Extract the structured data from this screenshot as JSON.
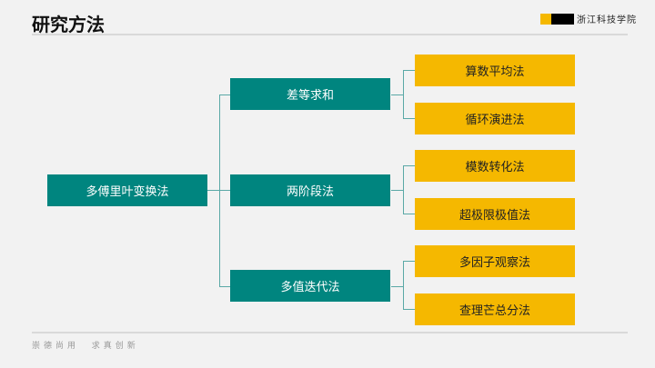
{
  "header": {
    "title": "研究方法",
    "logo_text": "浙江科技学院"
  },
  "footer": {
    "motto": "崇德尚用  求真创新"
  },
  "diagram": {
    "root": "多傅里叶变换法",
    "branches": [
      {
        "label": "差等求和",
        "children": [
          "算数平均法",
          "循环演进法"
        ]
      },
      {
        "label": "两阶段法",
        "children": [
          "模数转化法",
          "超极限极值法"
        ]
      },
      {
        "label": "多值迭代法",
        "children": [
          "多因子观察法",
          "查理芒总分法"
        ]
      }
    ]
  },
  "colors": {
    "teal": "#00857f",
    "gold": "#f5b800"
  }
}
